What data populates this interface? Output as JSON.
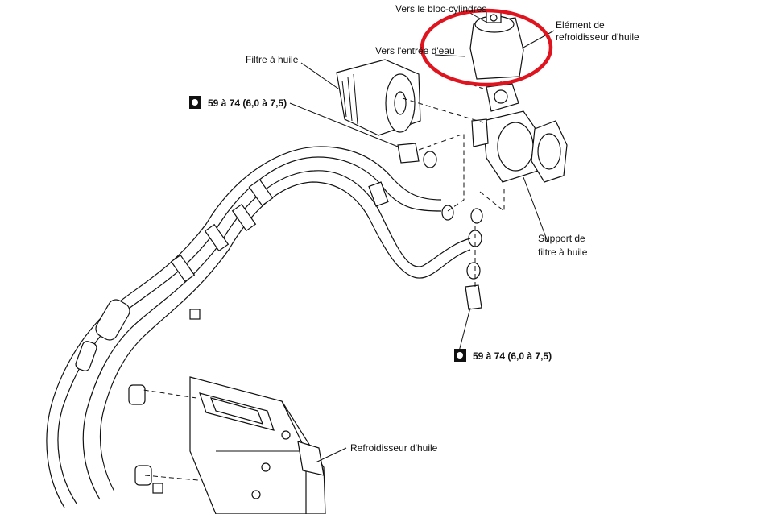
{
  "labels": {
    "vers_bloc": "Vers le bloc-cylindres",
    "vers_entree": "Vers l'entrée d'eau",
    "element_l1": "Elément de",
    "element_l2": "refroidisseur d'huile",
    "filtre": "Filtre à huile",
    "torque_top": "59 à 74 (6,0 à 7,5)",
    "support_l1": "Support de",
    "support_l2": "filtre à huile",
    "torque_bottom": "59 à 74 (6,0 à 7,5)",
    "refroidisseur": "Refroidisseur d'huile"
  },
  "colors": {
    "highlight": "#e0141e",
    "line": "#111111",
    "background": "#ffffff"
  },
  "icons": {
    "torque": "torque-wrench-icon"
  }
}
